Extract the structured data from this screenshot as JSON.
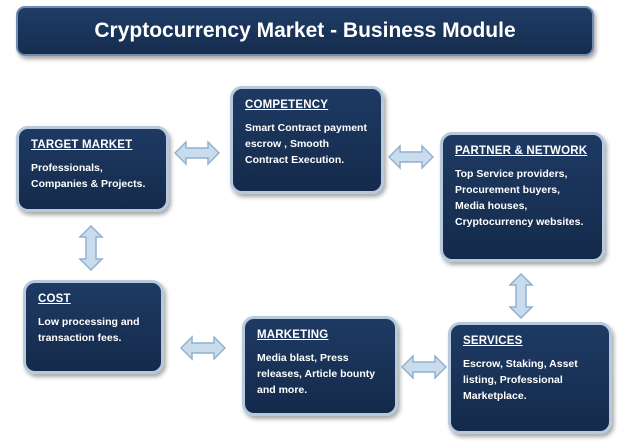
{
  "header": {
    "title": "Cryptocurrency Market - Business Module"
  },
  "boxes": {
    "target_market": {
      "title": "TARGET MARKET",
      "lines": [
        "Professionals,",
        "Companies & Projects."
      ]
    },
    "competency": {
      "title": "COMPETENCY",
      "lines": [
        "Smart Contract payment",
        "escrow , Smooth",
        "Contract Execution."
      ]
    },
    "partner_network": {
      "title": "PARTNER & NETWORK",
      "lines": [
        "Top Service providers,",
        "Procurement buyers,",
        "Media houses,",
        "Cryptocurrency websites."
      ]
    },
    "cost": {
      "title": "COST",
      "lines": [
        "Low processing and",
        "transaction fees."
      ]
    },
    "marketing": {
      "title": "MARKETING",
      "lines": [
        "Media blast, Press",
        "releases, Article bounty",
        "and more."
      ]
    },
    "services": {
      "title": "SERVICES",
      "lines": [
        "Escrow, Staking, Asset",
        "listing, Professional",
        "Marketplace."
      ]
    }
  },
  "colors": {
    "box_fill": "#1a3358",
    "box_border": "#b6c9dd",
    "arrow_fill": "#c9dcee",
    "arrow_stroke": "#8fb0cf"
  }
}
